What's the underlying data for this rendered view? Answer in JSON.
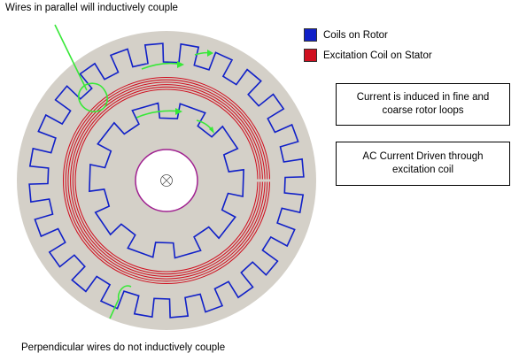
{
  "annotations": {
    "top": "Wires in parallel will inductively couple",
    "bottom": "Perpendicular wires do not inductively couple"
  },
  "legend": [
    {
      "label": "Coils on Rotor",
      "color": "#1020c8"
    },
    {
      "label": "Excitation Coil on Stator",
      "color": "#d01020"
    }
  ],
  "notes": [
    "Current is induced in fine and coarse rotor loops",
    "AC Current Driven through excitation coil"
  ],
  "colors": {
    "disc": "#d4d0c8",
    "rotor_coil": "#1020c8",
    "stator_coil": "#d01020",
    "pointer": "#38e838",
    "hub": "#a02090"
  },
  "outer_rotor_coil": {
    "teeth": 24,
    "duty": 0.5
  },
  "inner_rotor_coil": {
    "teeth": 10,
    "duty": 0.55
  },
  "stator_coil_turns": 6
}
